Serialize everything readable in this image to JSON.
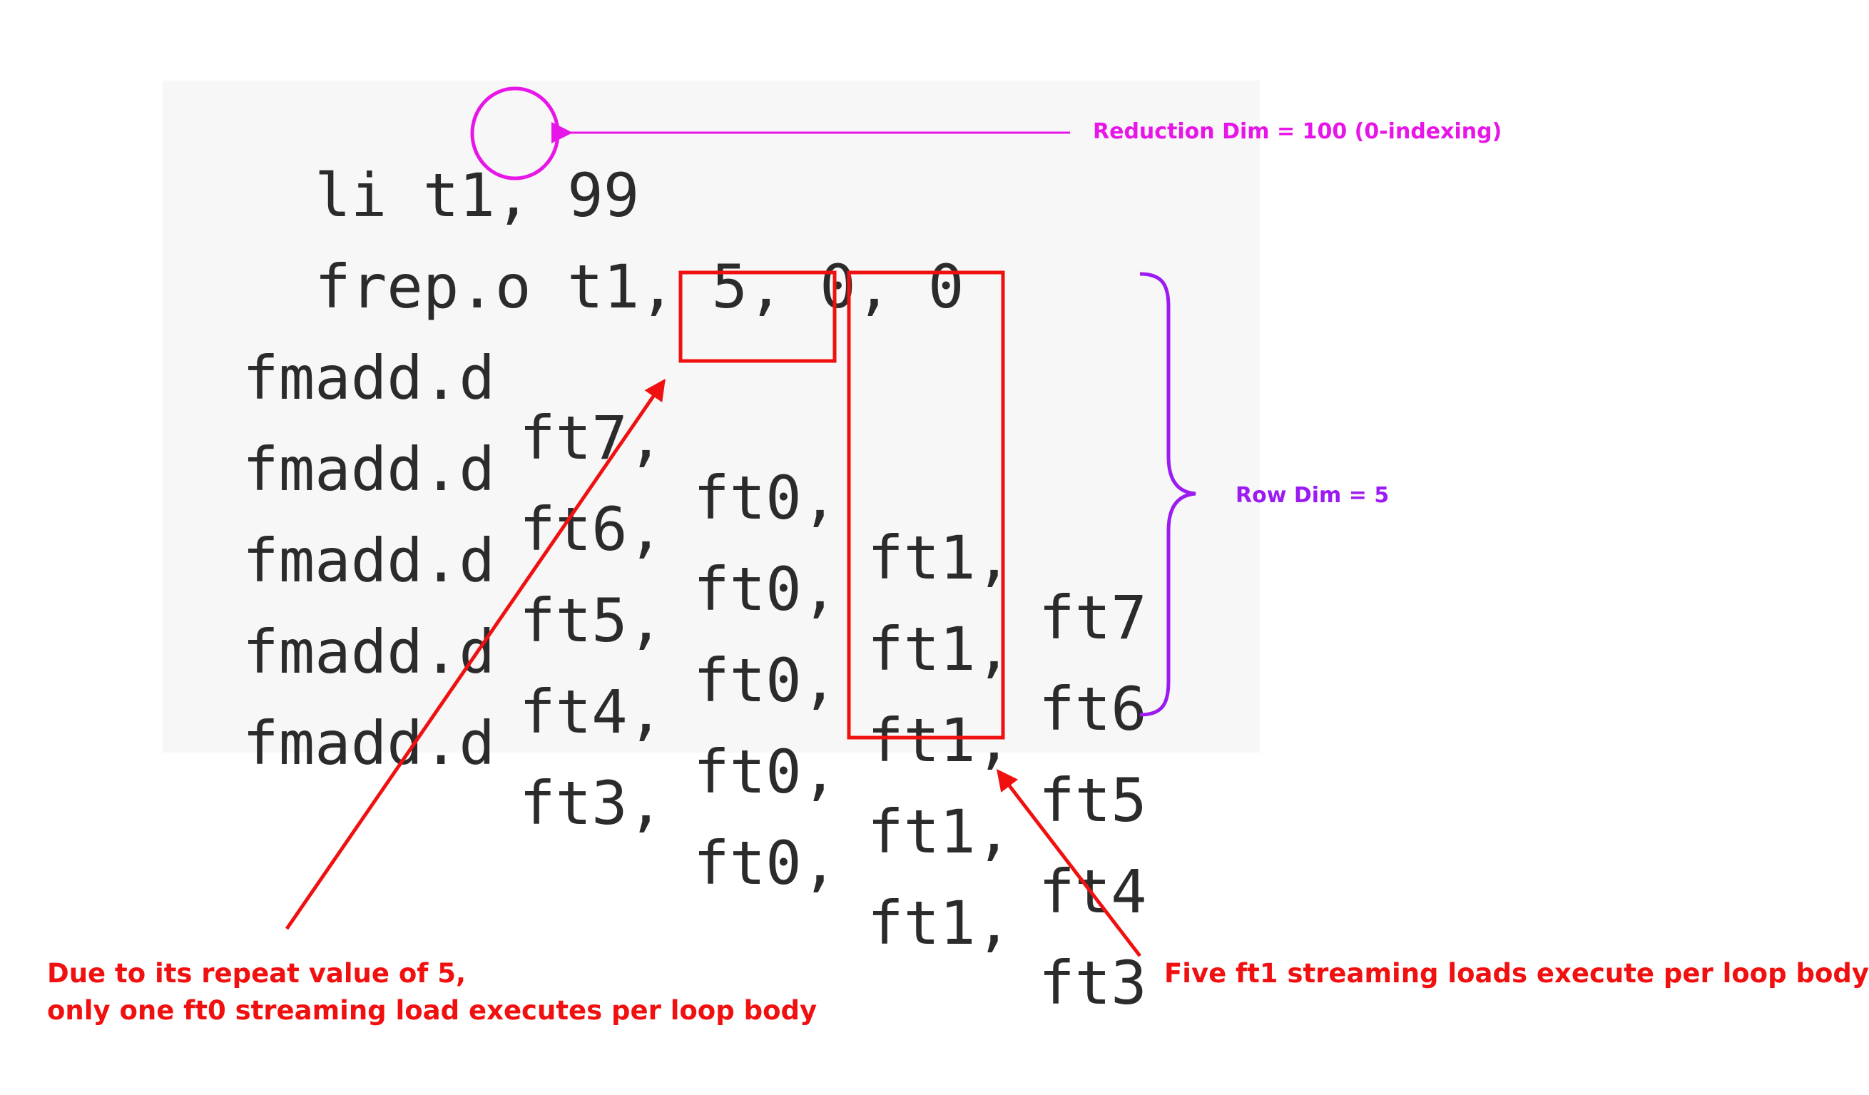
{
  "code": {
    "lines": [
      {
        "text": "li t1, 99"
      },
      {
        "text": "frep.o t1, 5, 0, 0"
      },
      {
        "op": "fmadd.d",
        "rd": "ft7,",
        "rs1": "ft0,",
        "rs2": "ft1,",
        "rs3": "ft7"
      },
      {
        "op": "fmadd.d",
        "rd": "ft6,",
        "rs1": "ft0,",
        "rs2": "ft1,",
        "rs3": "ft6"
      },
      {
        "op": "fmadd.d",
        "rd": "ft5,",
        "rs1": "ft0,",
        "rs2": "ft1,",
        "rs3": "ft5"
      },
      {
        "op": "fmadd.d",
        "rd": "ft4,",
        "rs1": "ft0,",
        "rs2": "ft1,",
        "rs3": "ft4"
      },
      {
        "op": "fmadd.d",
        "rd": "ft3,",
        "rs1": "ft0,",
        "rs2": "ft1,",
        "rs3": "ft3"
      }
    ]
  },
  "annotations": {
    "reduction_dim": "Reduction Dim = 100 (0-indexing)",
    "row_dim": "Row Dim = 5",
    "ft0_note_line1": "Due to its repeat value of 5,",
    "ft0_note_line2": "only one ft0 streaming load executes per loop body",
    "ft1_note": "Five ft1 streaming loads execute per loop body"
  },
  "colors": {
    "code_bg": "#f7f7f7",
    "code_text": "#2b2b2b",
    "magenta": "#e815e8",
    "purple": "#9b1bf2",
    "red": "#f01010"
  }
}
